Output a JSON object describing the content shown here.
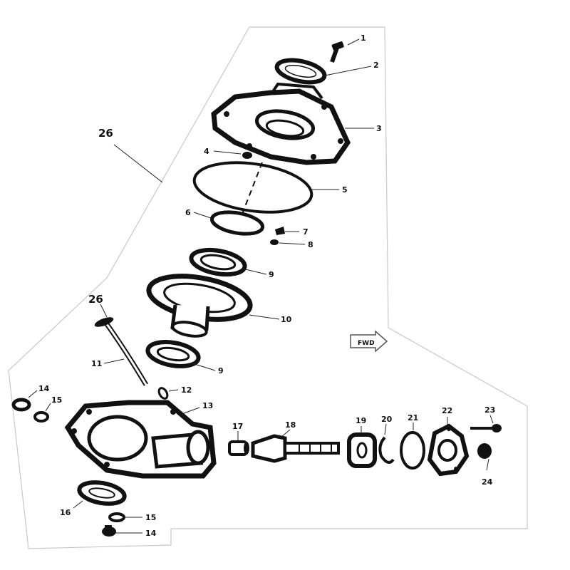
{
  "diagram": {
    "direction_label": "FWD",
    "parts": [
      {
        "num": "1"
      },
      {
        "num": "2"
      },
      {
        "num": "3"
      },
      {
        "num": "4"
      },
      {
        "num": "5"
      },
      {
        "num": "6"
      },
      {
        "num": "7"
      },
      {
        "num": "8"
      },
      {
        "num": "9"
      },
      {
        "num": "10"
      },
      {
        "num": "9"
      },
      {
        "num": "11"
      },
      {
        "num": "12"
      },
      {
        "num": "13"
      },
      {
        "num": "14"
      },
      {
        "num": "15"
      },
      {
        "num": "16"
      },
      {
        "num": "15"
      },
      {
        "num": "14"
      },
      {
        "num": "17"
      },
      {
        "num": "18"
      },
      {
        "num": "19"
      },
      {
        "num": "20"
      },
      {
        "num": "21"
      },
      {
        "num": "22"
      },
      {
        "num": "23"
      },
      {
        "num": "24"
      },
      {
        "num": "26"
      },
      {
        "num": "26"
      }
    ]
  }
}
